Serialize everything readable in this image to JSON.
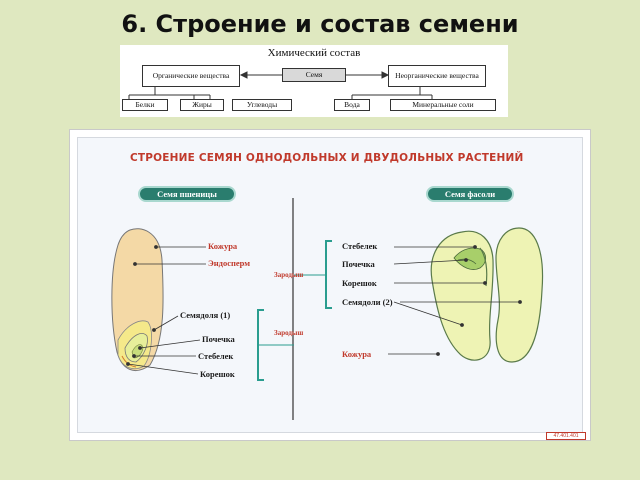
{
  "slide_title": "6. Строение и состав семени",
  "chemistry": {
    "title": "Химический состав",
    "organic": "Органические вещества",
    "seeds": "Семя",
    "inorganic": "Неорганические вещества",
    "proteins": "Белки",
    "fats": "Жиры",
    "carbs": "Углеводы",
    "water": "Вода",
    "minerals": "Минеральные соли"
  },
  "poster": {
    "title": "СТРОЕНИЕ СЕМЯН ОДНОДОЛЬНЫХ И ДВУДОЛЬНЫХ РАСТЕНИЙ",
    "wheat_label": "Семя пшеницы",
    "bean_label": "Семя фасоли",
    "wheat": {
      "skin": "Кожура",
      "endosperm": "Эндосперм",
      "cotyledon": "Семядоля (1)",
      "bud": "Почечка",
      "stem": "Стебелек",
      "root": "Корешок"
    },
    "embryo_top": "Зародыш",
    "embryo_bottom": "Зародыш",
    "bean": {
      "stem": "Стебелек",
      "bud": "Почечка",
      "root": "Корешок",
      "cotyledons": "Семядоли (2)",
      "skin": "Кожура"
    },
    "stamp": "47.401.401"
  },
  "colors": {
    "slide_bg": "#dfe8c0",
    "endosperm": "#f4d9a6",
    "bean_fill": "#eef3b4",
    "label_red": "#c0392b",
    "pill": "#2a7d6e",
    "bracket": "#2a9d8f"
  }
}
